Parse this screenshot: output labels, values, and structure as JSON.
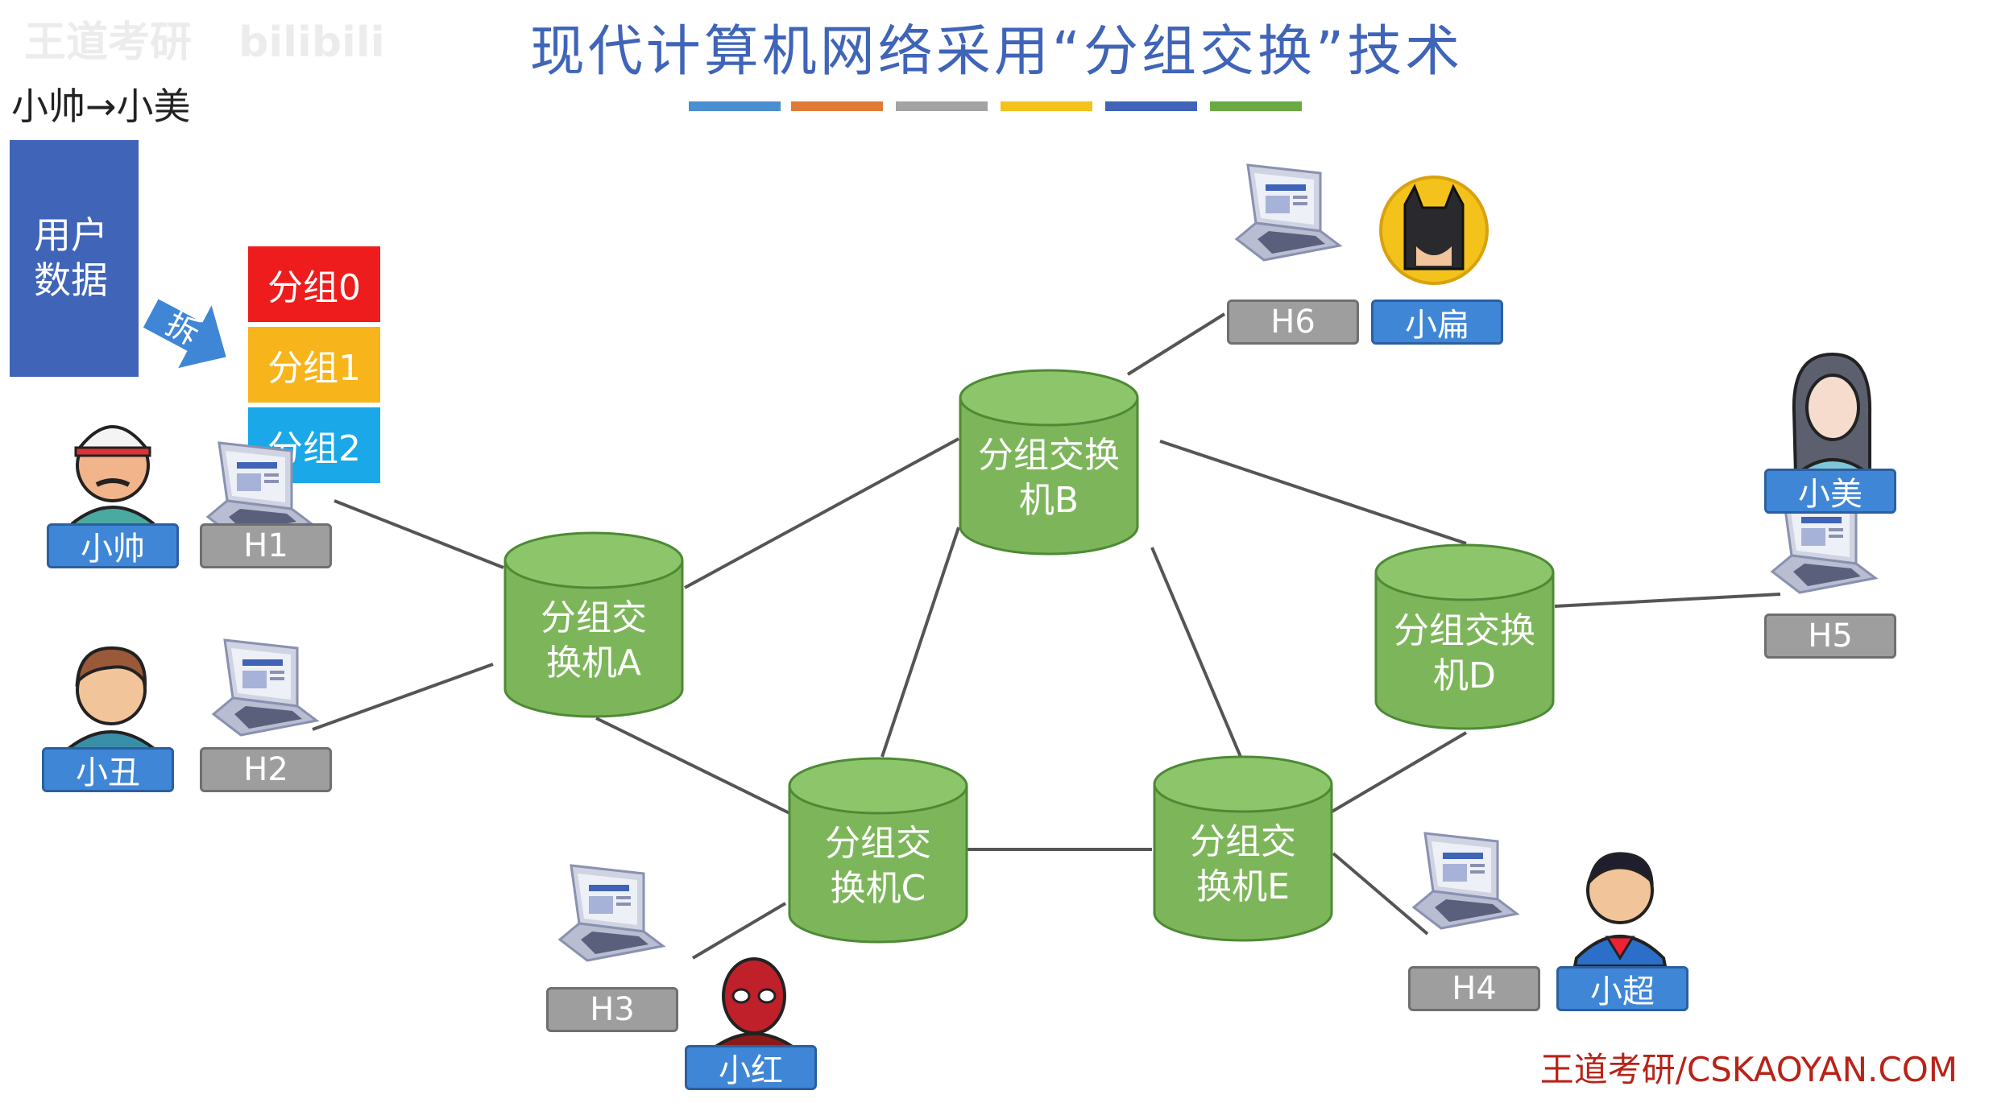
{
  "watermark": {
    "left": "王道考研",
    "right": "bilibili"
  },
  "title": "现代计算机网络采用“分组交换”技术",
  "title_bars": [
    "#4a8fd0",
    "#e07b35",
    "#a3a3a3",
    "#f3c21b",
    "#3f64b8",
    "#6aaa42"
  ],
  "flow_text": "小帅→小美",
  "user_data_label": "用户\n数据",
  "split_label": "拆",
  "packets": [
    {
      "label": "分组0",
      "color": "#ee1c1c"
    },
    {
      "label": "分组1",
      "color": "#f7b51b"
    },
    {
      "label": "分组2",
      "color": "#1aa8e8"
    }
  ],
  "switches": {
    "A": "分组交\n换机A",
    "B": "分组交换\n机B",
    "C": "分组交\n换机C",
    "D": "分组交换\n机D",
    "E": "分组交\n换机E"
  },
  "hosts": {
    "H1": "H1",
    "H2": "H2",
    "H3": "H3",
    "H4": "H4",
    "H5": "H5",
    "H6": "H6"
  },
  "people": {
    "xiaoshuai": "小帅",
    "xiaochou": "小丑",
    "xiaohong": "小红",
    "xiaochao": "小超",
    "xiaomei": "小美",
    "xiaobian": "小扁"
  },
  "site": "王道考研/CSKAOYAN.COM"
}
